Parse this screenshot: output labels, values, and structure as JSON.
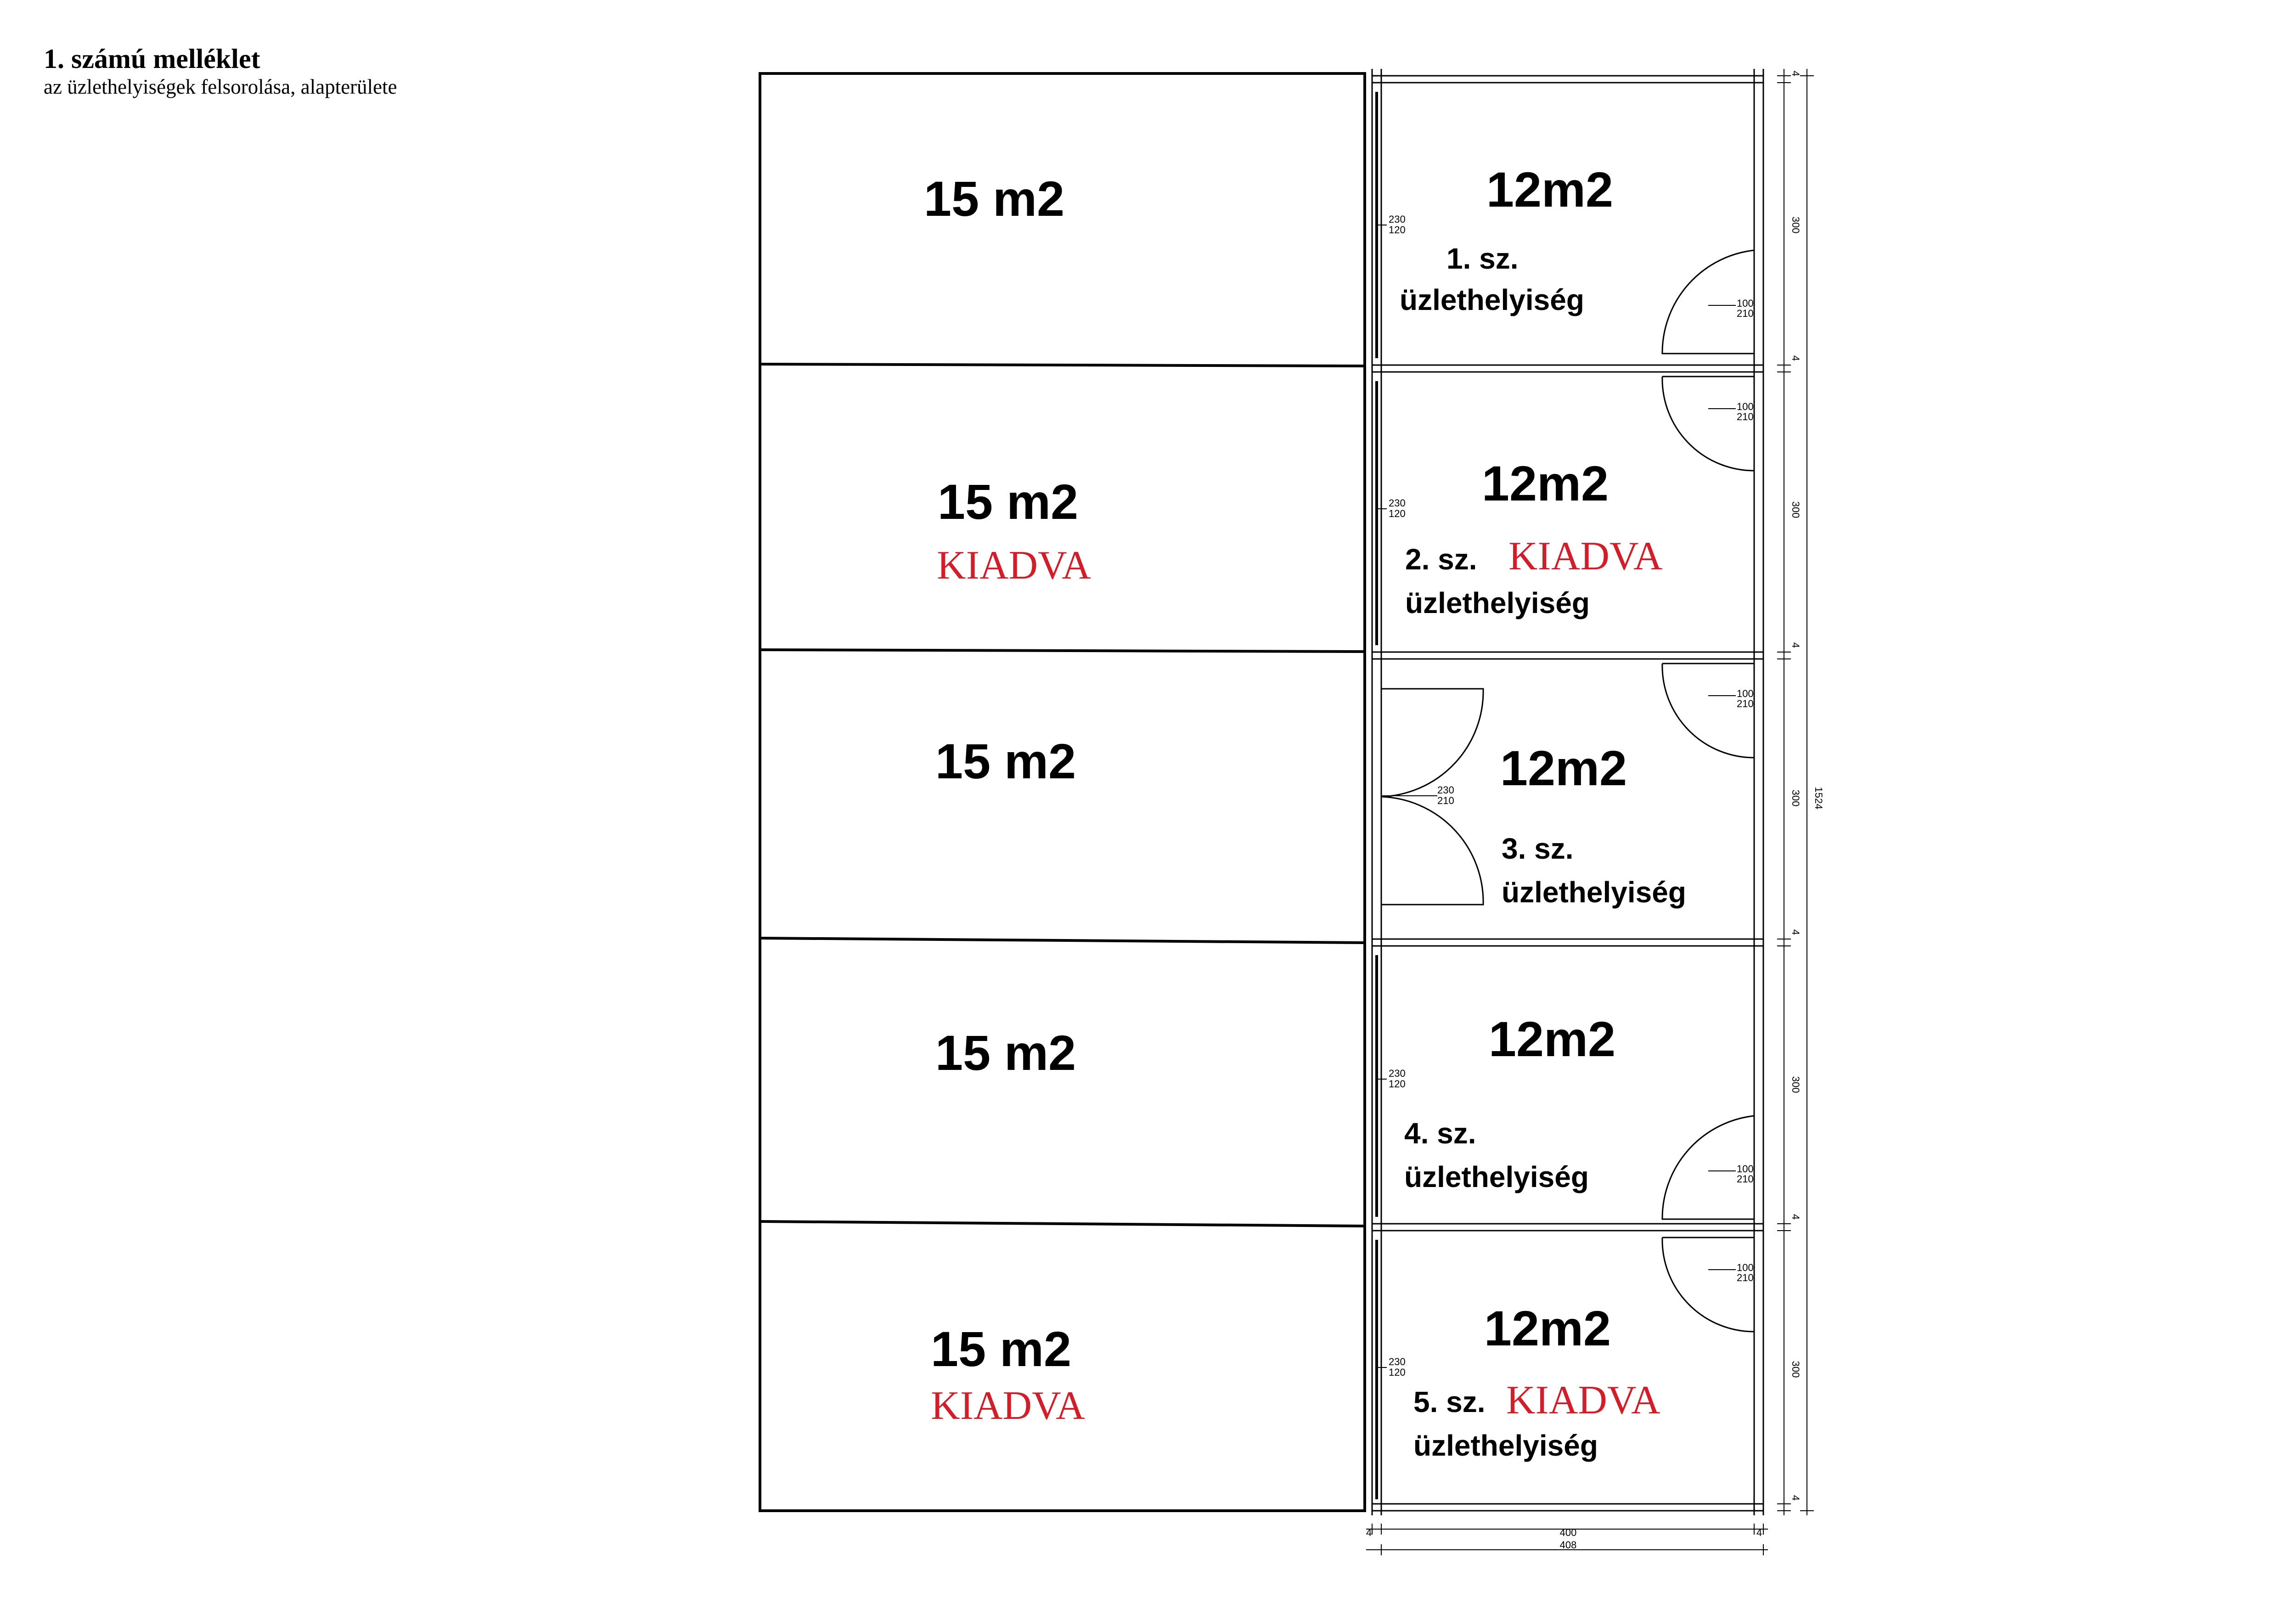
{
  "header": {
    "title": "1. számú melléklet",
    "subtitle": "az üzlethelyiségek felsorolása, alapterülete"
  },
  "left_rooms": [
    {
      "area": "15 m2",
      "status": ""
    },
    {
      "area": "15 m2",
      "status": "KIADVA"
    },
    {
      "area": "15 m2",
      "status": ""
    },
    {
      "area": "15 m2",
      "status": ""
    },
    {
      "area": "15 m2",
      "status": "KIADVA"
    }
  ],
  "right_rooms": [
    {
      "area": "12m2",
      "number": "1. sz.",
      "name": "üzlethelyiség",
      "status": "",
      "win_dim_top": "230",
      "win_dim_bot": "120",
      "door_dim_top": "100",
      "door_dim_bot": "210"
    },
    {
      "area": "12m2",
      "number": "2. sz.",
      "name": "üzlethelyiség",
      "status": "KIADVA",
      "win_dim_top": "230",
      "win_dim_bot": "120",
      "door_dim_top": "100",
      "door_dim_bot": "210"
    },
    {
      "area": "12m2",
      "number": "3. sz.",
      "name": "üzlethelyiség",
      "status": "",
      "win_dim_top": "230",
      "win_dim_bot": "210",
      "door_dim_top": "100",
      "door_dim_bot": "210"
    },
    {
      "area": "12m2",
      "number": "4. sz.",
      "name": "üzlethelyiség",
      "status": "",
      "win_dim_top": "230",
      "win_dim_bot": "120",
      "door_dim_top": "100",
      "door_dim_bot": "210"
    },
    {
      "area": "12m2",
      "number": "5. sz.",
      "name": "üzlethelyiség",
      "status": "KIADVA",
      "win_dim_top": "230",
      "win_dim_bot": "120",
      "door_dim_top": "100",
      "door_dim_bot": "210"
    }
  ],
  "dimensions": {
    "room_depth": "300",
    "wall": "4",
    "total_height": "1524",
    "inner_width": "400",
    "outer_width": "408"
  },
  "colors": {
    "rented": "#d01f2b",
    "line": "#000000"
  }
}
